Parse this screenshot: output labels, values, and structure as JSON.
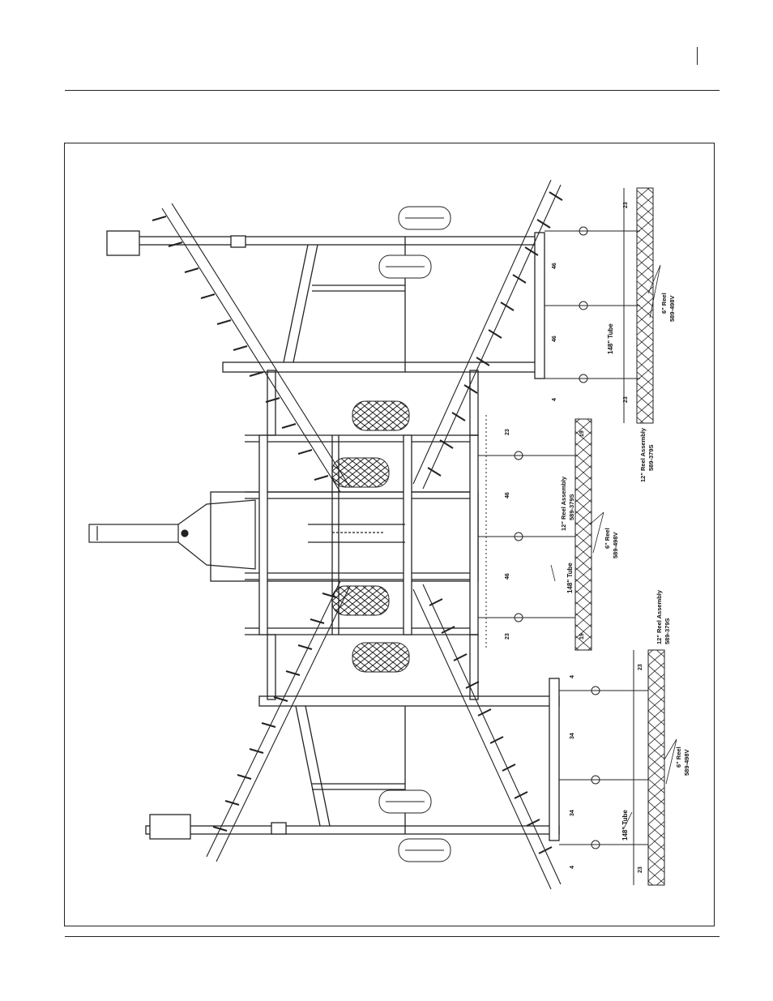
{
  "drawing": {
    "callouts": {
      "tube": "148\" Tube",
      "reel_6": "6\" Reel",
      "reel_6_part": "589-498V",
      "reel_12": "12\" Reel Assembly",
      "reel_12_part": "589-379S"
    },
    "dimensions": {
      "d23": "23",
      "d46": "46",
      "d4": "4",
      "d34": "34",
      "d19": "19"
    }
  }
}
